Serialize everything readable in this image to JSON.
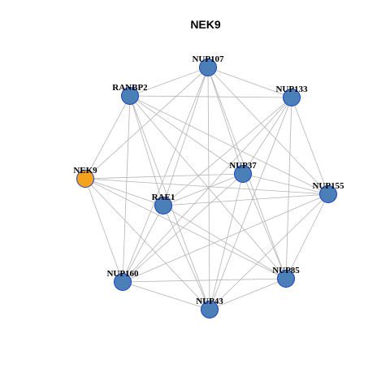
{
  "title": "NEK9",
  "colors": {
    "focus_node": "#f5a21c",
    "other_node": "#4a7fb8",
    "node_border": "#1a3fc8",
    "edge": "#b4b4b4"
  },
  "nodes": [
    {
      "id": "NUP107",
      "label": "NUP107",
      "focus": false
    },
    {
      "id": "RANBP2",
      "label": "RANBP2",
      "focus": false
    },
    {
      "id": "NUP133",
      "label": "NUP133",
      "focus": false
    },
    {
      "id": "NUP37",
      "label": "NUP37",
      "focus": false
    },
    {
      "id": "NEK9",
      "label": "NEK9",
      "focus": true
    },
    {
      "id": "NUP155",
      "label": "NUP155",
      "focus": false
    },
    {
      "id": "RAE1",
      "label": "RAE1",
      "focus": false
    },
    {
      "id": "NUP160",
      "label": "NUP160",
      "focus": false
    },
    {
      "id": "NUP85",
      "label": "NUP85",
      "focus": false
    },
    {
      "id": "NUP43",
      "label": "NUP43",
      "focus": false
    }
  ],
  "edges": [
    [
      "NUP107",
      "RANBP2"
    ],
    [
      "NUP107",
      "NUP133"
    ],
    [
      "NUP107",
      "NUP37"
    ],
    [
      "NUP107",
      "NEK9"
    ],
    [
      "NUP107",
      "NUP155"
    ],
    [
      "NUP107",
      "RAE1"
    ],
    [
      "NUP107",
      "NUP160"
    ],
    [
      "NUP107",
      "NUP85"
    ],
    [
      "NUP107",
      "NUP43"
    ],
    [
      "RANBP2",
      "NUP133"
    ],
    [
      "RANBP2",
      "NUP37"
    ],
    [
      "RANBP2",
      "NEK9"
    ],
    [
      "RANBP2",
      "NUP155"
    ],
    [
      "RANBP2",
      "RAE1"
    ],
    [
      "RANBP2",
      "NUP160"
    ],
    [
      "RANBP2",
      "NUP85"
    ],
    [
      "RANBP2",
      "NUP43"
    ],
    [
      "NUP133",
      "NUP37"
    ],
    [
      "NUP133",
      "NUP155"
    ],
    [
      "NUP133",
      "RAE1"
    ],
    [
      "NUP133",
      "NUP160"
    ],
    [
      "NUP133",
      "NUP85"
    ],
    [
      "NUP133",
      "NUP43"
    ],
    [
      "NUP37",
      "NEK9"
    ],
    [
      "NUP37",
      "NUP155"
    ],
    [
      "NUP37",
      "RAE1"
    ],
    [
      "NUP37",
      "NUP160"
    ],
    [
      "NUP37",
      "NUP85"
    ],
    [
      "NUP37",
      "NUP43"
    ],
    [
      "NEK9",
      "NUP155"
    ],
    [
      "NEK9",
      "RAE1"
    ],
    [
      "NEK9",
      "NUP160"
    ],
    [
      "NEK9",
      "NUP85"
    ],
    [
      "NEK9",
      "NUP43"
    ],
    [
      "NUP155",
      "RAE1"
    ],
    [
      "NUP155",
      "NUP160"
    ],
    [
      "NUP155",
      "NUP85"
    ],
    [
      "NUP155",
      "NUP43"
    ],
    [
      "RAE1",
      "NUP160"
    ],
    [
      "RAE1",
      "NUP85"
    ],
    [
      "RAE1",
      "NUP43"
    ],
    [
      "NUP160",
      "NUP85"
    ],
    [
      "NUP160",
      "NUP43"
    ],
    [
      "NUP85",
      "NUP43"
    ]
  ]
}
